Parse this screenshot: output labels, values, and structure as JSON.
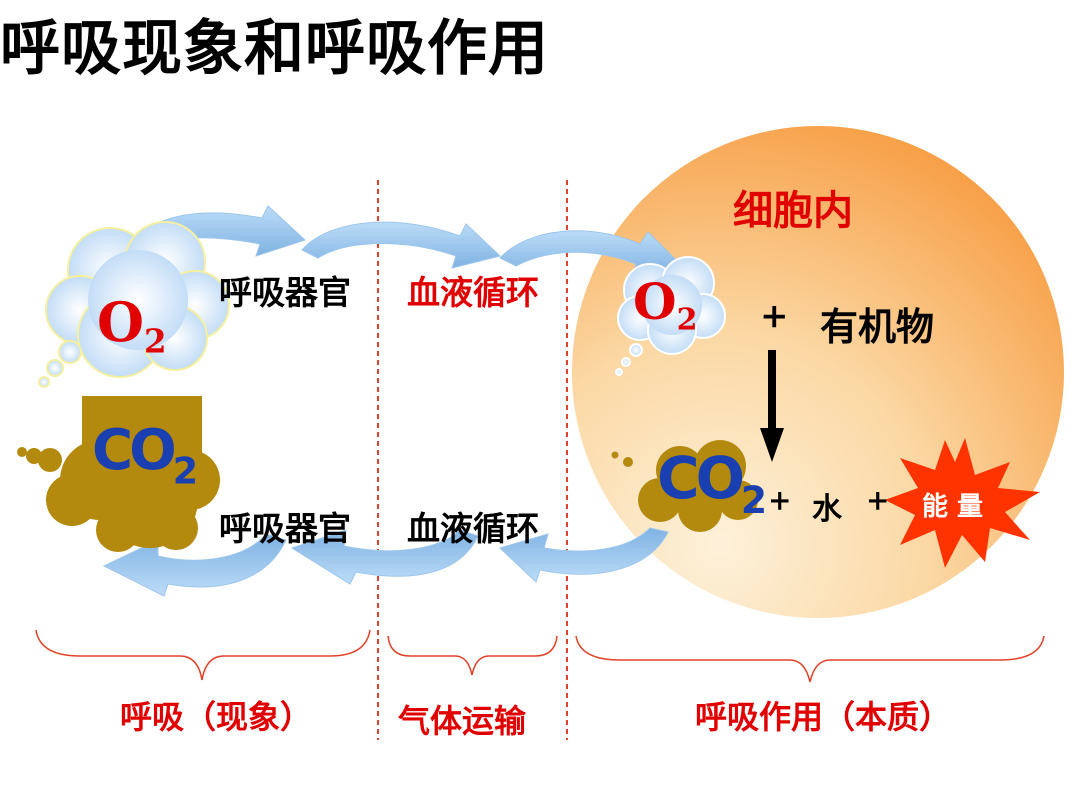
{
  "title": "呼吸现象和呼吸作用",
  "cell_label": "细胞内",
  "top_row": {
    "organ": "呼吸器官",
    "blood": "血液循环"
  },
  "bottom_row": {
    "organ": "呼吸器官",
    "blood": "血液循环"
  },
  "molecules": {
    "o2": "O",
    "o2_sub": "2",
    "co2": "CO",
    "co2_sub": "2"
  },
  "reaction": {
    "plus1": "+",
    "organic": "有机物",
    "plus2": "+",
    "water": "水",
    "plus3": "+",
    "energy": "能 量"
  },
  "sections": [
    "呼吸（现象）",
    "气体运输",
    "呼吸作用（本质）"
  ],
  "colors": {
    "red": "#e00000",
    "co2_blue": "#1a3fb0",
    "arrow_blue": "#8fc0ec",
    "co2_cloud": "#b38a0e",
    "cell_orange": "#f8a04a"
  }
}
